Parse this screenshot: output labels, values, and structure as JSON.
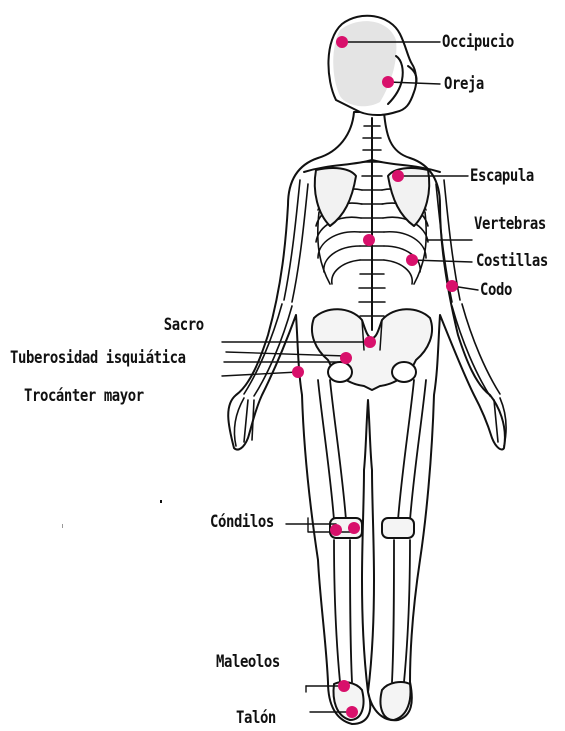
{
  "colors": {
    "marker": "#d8106b",
    "line": "#111111",
    "bone_fill": "#ffffff",
    "shade": "#c9c9c9"
  },
  "labels": {
    "occipucio": "Occipucio",
    "oreja": "Oreja",
    "escapula": "Escapula",
    "vertebras": "Vertebras",
    "costillas": "Costillas",
    "codo": "Codo",
    "sacro": "Sacro",
    "tuberosidad": "Tuberosidad isquiática",
    "trocanter": "Trocánter mayor",
    "condilos": "Cóndilos",
    "maleolos": "Maleolos",
    "talon": "Talón"
  }
}
